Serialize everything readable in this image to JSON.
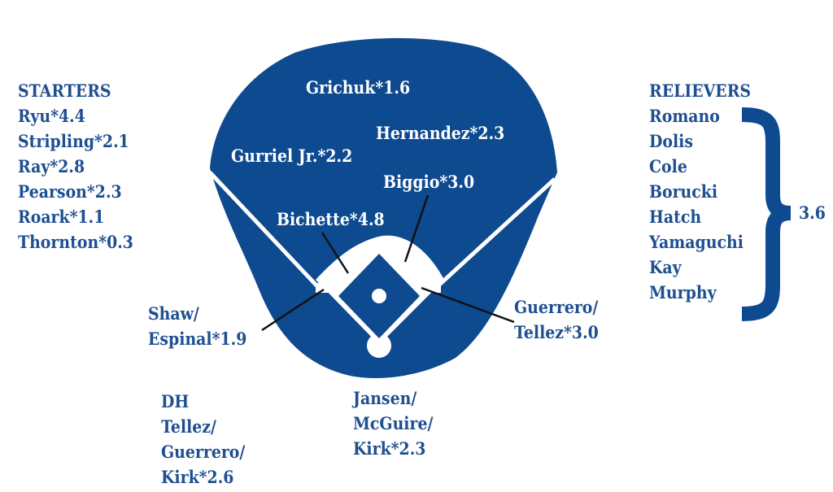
{
  "colors": {
    "field": "#0e4a90",
    "text": "#1e4f91",
    "light": "#ffffff",
    "line": "#111111"
  },
  "starters": {
    "heading": "STARTERS",
    "players": [
      "Ryu*4.4",
      "Stripling*2.1",
      "Ray*2.8",
      "Pearson*2.3",
      "Roark*1.1",
      "Thornton*0.3"
    ]
  },
  "relievers": {
    "heading": "RELIEVERS",
    "players": [
      "Romano",
      "Dolis",
      "Cole",
      "Borucki",
      "Hatch",
      "Yamaguchi",
      "Kay",
      "Murphy"
    ],
    "group_value": "3.6"
  },
  "field_positions": {
    "center_field": "Grichuk*1.6",
    "right_field": "Hernandez*2.3",
    "left_field": "Gurriel Jr.*2.2",
    "second_base": "Biggio*3.0",
    "shortstop": "Bichette*4.8"
  },
  "third_base": [
    "Shaw/",
    "Espinal*1.9"
  ],
  "first_base": [
    "Guerrero/",
    "Tellez*3.0"
  ],
  "catcher": [
    "Jansen/",
    "McGuire/",
    "Kirk*2.3"
  ],
  "dh": [
    "DH",
    "Tellez/",
    "Guerrero/",
    "Kirk*2.6"
  ]
}
